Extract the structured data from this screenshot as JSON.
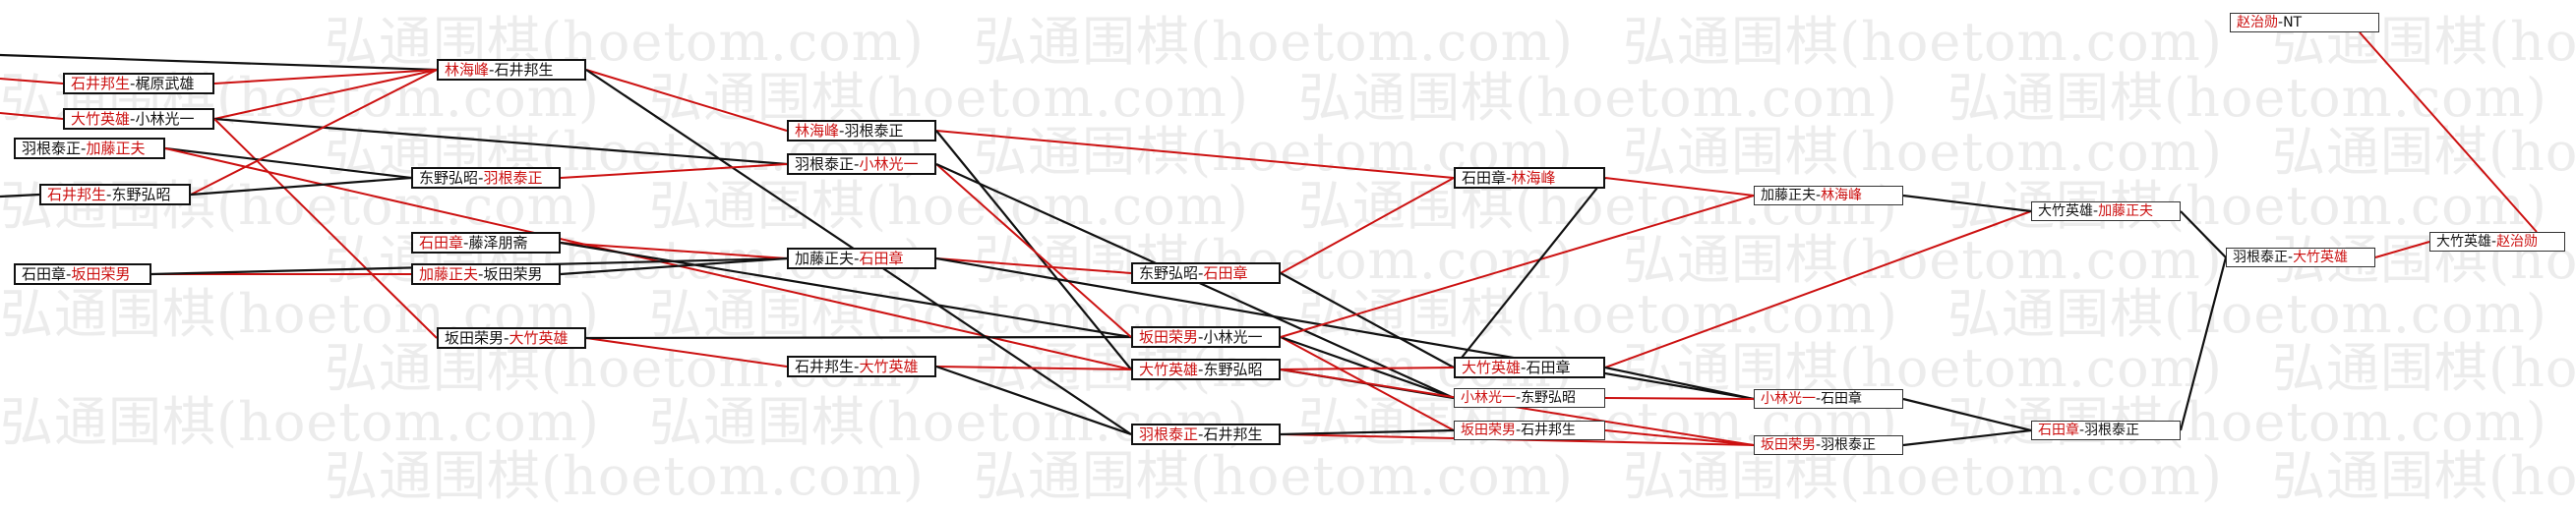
{
  "watermark": "弘通围棋(hoetom.com)",
  "colors": {
    "red": "#cc1111",
    "black": "#111111"
  },
  "nodes": {
    "r1_1": {
      "a": "石井邦生",
      "b": "梶原武雄",
      "win": "a"
    },
    "r1_2": {
      "a": "大竹英雄",
      "b": "小林光一",
      "win": "a"
    },
    "r1_3": {
      "a": "羽根泰正",
      "b": "加藤正夫",
      "win": "b"
    },
    "r1_4": {
      "a": "石井邦生",
      "b": "东野弘昭",
      "win": "a"
    },
    "r1_5": {
      "a": "石田章",
      "b": "坂田荣男",
      "win": "b"
    },
    "r2_1": {
      "a": "林海峰",
      "b": "石井邦生",
      "win": "a"
    },
    "r2_2": {
      "a": "东野弘昭",
      "b": "羽根泰正",
      "win": "b"
    },
    "r2_3": {
      "a": "石田章",
      "b": "藤泽朋斋",
      "win": "a"
    },
    "r2_4": {
      "a": "加藤正夫",
      "b": "坂田荣男",
      "win": "a"
    },
    "r2_5": {
      "a": "坂田荣男",
      "b": "大竹英雄",
      "win": "b"
    },
    "r3_1": {
      "a": "林海峰",
      "b": "羽根泰正",
      "win": "a"
    },
    "r3_2": {
      "a": "羽根泰正",
      "b": "小林光一",
      "win": "b"
    },
    "r3_3": {
      "a": "加藤正夫",
      "b": "石田章",
      "win": "b"
    },
    "r3_4": {
      "a": "石井邦生",
      "b": "大竹英雄",
      "win": "b"
    },
    "r4_1": {
      "a": "东野弘昭",
      "b": "石田章",
      "win": "b"
    },
    "r4_2": {
      "a": "坂田荣男",
      "b": "小林光一",
      "win": "a"
    },
    "r4_3": {
      "a": "大竹英雄",
      "b": "东野弘昭",
      "win": "a"
    },
    "r4_4": {
      "a": "羽根泰正",
      "b": "石井邦生",
      "win": "a"
    },
    "r5_1": {
      "a": "石田章",
      "b": "林海峰",
      "win": "b"
    },
    "r5_2": {
      "a": "大竹英雄",
      "b": "石田章",
      "win": "a"
    },
    "r5_3": {
      "a": "小林光一",
      "b": "东野弘昭",
      "win": "a"
    },
    "r5_4": {
      "a": "坂田荣男",
      "b": "石井邦生",
      "win": "a"
    },
    "r6_1": {
      "a": "加藤正夫",
      "b": "林海峰",
      "win": "b"
    },
    "r6_2": {
      "a": "小林光一",
      "b": "石田章",
      "win": "a"
    },
    "r6_3": {
      "a": "坂田荣男",
      "b": "羽根泰正",
      "win": "a"
    },
    "r7_1": {
      "a": "大竹英雄",
      "b": "加藤正夫",
      "win": "b"
    },
    "r7_2": {
      "a": "石田章",
      "b": "羽根泰正",
      "win": "a"
    },
    "r8_1": {
      "a": "羽根泰正",
      "b": "大竹英雄",
      "win": "b"
    },
    "r9_1": {
      "a": "大竹英雄",
      "b": "赵治勋",
      "win": "b"
    },
    "top": {
      "a": "赵治勋",
      "b": "NT",
      "win": "a"
    }
  },
  "edges": [
    [
      "in_1",
      "r2_1",
      "black"
    ],
    [
      "in_2",
      "r1_1",
      "red"
    ],
    [
      "in_3",
      "r1_2",
      "red"
    ],
    [
      "r1_1",
      "r2_1",
      "red"
    ],
    [
      "r1_2",
      "r2_1",
      "red"
    ],
    [
      "r1_2",
      "r3_2",
      "black"
    ],
    [
      "r1_2",
      "r2_5",
      "red"
    ],
    [
      "r1_3",
      "r2_2",
      "black"
    ],
    [
      "r1_3",
      "r4_3",
      "red"
    ],
    [
      "r1_4",
      "r2_1",
      "red"
    ],
    [
      "r1_4",
      "r2_2",
      "black"
    ],
    [
      "in_4",
      "r1_4",
      "black"
    ],
    [
      "r1_5",
      "r2_4",
      "red"
    ],
    [
      "r1_5",
      "r3_3",
      "black"
    ],
    [
      "r2_1",
      "r3_1",
      "red"
    ],
    [
      "r2_1",
      "r4_4",
      "black"
    ],
    [
      "r2_2",
      "r3_2",
      "red"
    ],
    [
      "r2_3",
      "r3_3",
      "red"
    ],
    [
      "r2_3",
      "r4_2",
      "black"
    ],
    [
      "r2_4",
      "r3_3",
      "black"
    ],
    [
      "r2_5",
      "r3_4",
      "red"
    ],
    [
      "r2_5",
      "r4_2",
      "black"
    ],
    [
      "r3_1",
      "r5_1",
      "red"
    ],
    [
      "r3_1",
      "r4_3",
      "black"
    ],
    [
      "r3_2",
      "r4_2",
      "red"
    ],
    [
      "r3_2",
      "r5_3",
      "black"
    ],
    [
      "r3_3",
      "r4_1",
      "red"
    ],
    [
      "r3_3",
      "r6_2",
      "black"
    ],
    [
      "r3_4",
      "r4_3",
      "red"
    ],
    [
      "r3_4",
      "r4_4",
      "black"
    ],
    [
      "r4_1",
      "r5_1",
      "red"
    ],
    [
      "r4_1",
      "r5_2",
      "black"
    ],
    [
      "r4_2",
      "r5_4",
      "red"
    ],
    [
      "r4_2",
      "r5_3",
      "black"
    ],
    [
      "r4_2",
      "r6_1",
      "red"
    ],
    [
      "r4_3",
      "r5_2",
      "red"
    ],
    [
      "r4_3",
      "r5_3",
      "black"
    ],
    [
      "r4_3",
      "r6_3",
      "red"
    ],
    [
      "r4_4",
      "r6_3",
      "red"
    ],
    [
      "r4_4",
      "r5_4",
      "black"
    ],
    [
      "r5_1",
      "r6_1",
      "red"
    ],
    [
      "r5_1",
      "r5_2",
      "black"
    ],
    [
      "r5_2",
      "r7_1",
      "red"
    ],
    [
      "r5_2",
      "r6_2",
      "black"
    ],
    [
      "r5_3",
      "r6_2",
      "red"
    ],
    [
      "r5_4",
      "r6_3",
      "red"
    ],
    [
      "r6_1",
      "r7_1",
      "black"
    ],
    [
      "r6_2",
      "r7_2",
      "black"
    ],
    [
      "r6_3",
      "r7_2",
      "black"
    ],
    [
      "r7_1",
      "r8_1",
      "black"
    ],
    [
      "r7_2",
      "r8_1",
      "black"
    ],
    [
      "r8_1",
      "r9_1",
      "red"
    ],
    [
      "r9_1",
      "top",
      "red"
    ]
  ]
}
